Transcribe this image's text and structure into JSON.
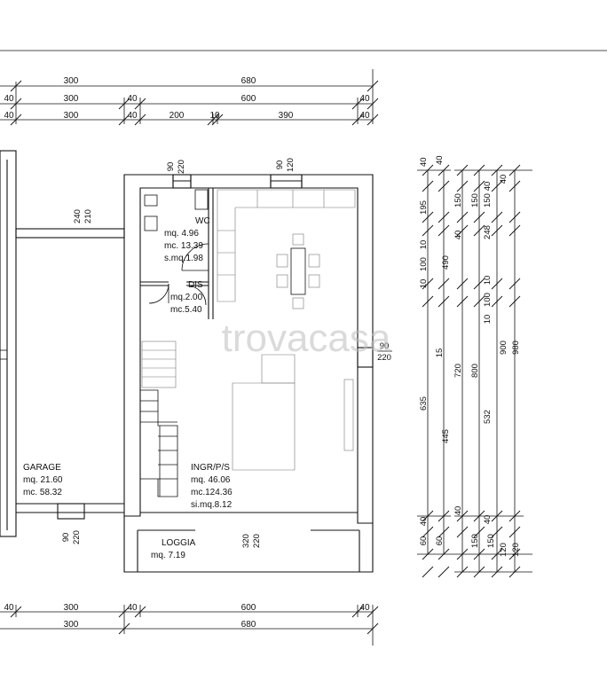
{
  "dimensions": {
    "top_row1": [
      "300",
      "680"
    ],
    "top_row2": [
      "40",
      "300",
      "40",
      "600",
      "40"
    ],
    "top_row3": [
      "40",
      "300",
      "40",
      "200",
      "10",
      "390",
      "40"
    ],
    "bottom_row1": [
      "40",
      "300",
      "40",
      "600",
      "40"
    ],
    "bottom_row2": [
      "300",
      "680"
    ]
  },
  "side_dims": {
    "col1": [
      "40",
      "195",
      "10",
      "100",
      "10",
      "635",
      "40",
      "60"
    ],
    "col2": [
      "40",
      "150",
      "40",
      "490",
      "15",
      "720",
      "445",
      "40",
      "60"
    ],
    "col3": [
      "150",
      "10",
      "100",
      "10",
      "800",
      "150"
    ],
    "col4": [
      "40",
      "150",
      "248",
      "532",
      "40",
      "150"
    ],
    "col5": [
      "40",
      "900",
      "120"
    ],
    "col6": [
      "980",
      "120"
    ]
  },
  "window_labels": {
    "wc_window": [
      "90",
      "220"
    ],
    "living_window_top": [
      "90",
      "120"
    ],
    "garage_window_upper": [
      "240",
      "210"
    ],
    "right_window": [
      "90",
      "220"
    ],
    "garage_window_lower": [
      "90",
      "220"
    ],
    "loggia_opening": [
      "320",
      "220"
    ]
  },
  "rooms": {
    "wc": {
      "name": "WC",
      "lines": [
        "mq. 4.96",
        "mc. 13.39",
        "s.mq.1.98"
      ]
    },
    "dis": {
      "name": "DIS",
      "lines": [
        "mq.2.00",
        "mc.5.40"
      ]
    },
    "garage": {
      "name": "GARAGE",
      "lines": [
        "mq. 21.60",
        "mc. 58.32"
      ]
    },
    "ingr": {
      "name": "INGR/P/S",
      "lines": [
        "mq. 46.06",
        "mc.124.36",
        "si.mq.8.12"
      ]
    },
    "loggia": {
      "name": "LOGGIA",
      "lines": [
        "mq. 7.19"
      ]
    }
  },
  "watermark": "trovacasa"
}
